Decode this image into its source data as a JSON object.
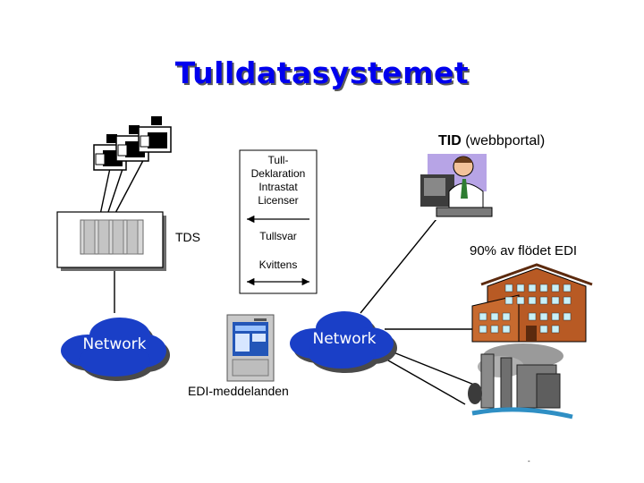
{
  "title": "Tulldatasystemet",
  "tid_label_bold": "TID",
  "tid_label_rest": "(webbportal)",
  "box_lines": [
    "Tull-",
    "Deklaration",
    "Intrastat",
    "Licenser"
  ],
  "tds_label": "TDS",
  "tullsvar_label": "Tullsvar",
  "kvittens_label": "Kvittens",
  "edi_share_label": "90% av flödet EDI",
  "network_left": "Network",
  "network_right": "Network",
  "edi_messages_label": "EDI-meddelanden",
  "footer_mark": "-",
  "colors": {
    "title": "#0000ee",
    "cloud": "#1a3fc7",
    "cloud_shadow": "#4a4a4a"
  }
}
